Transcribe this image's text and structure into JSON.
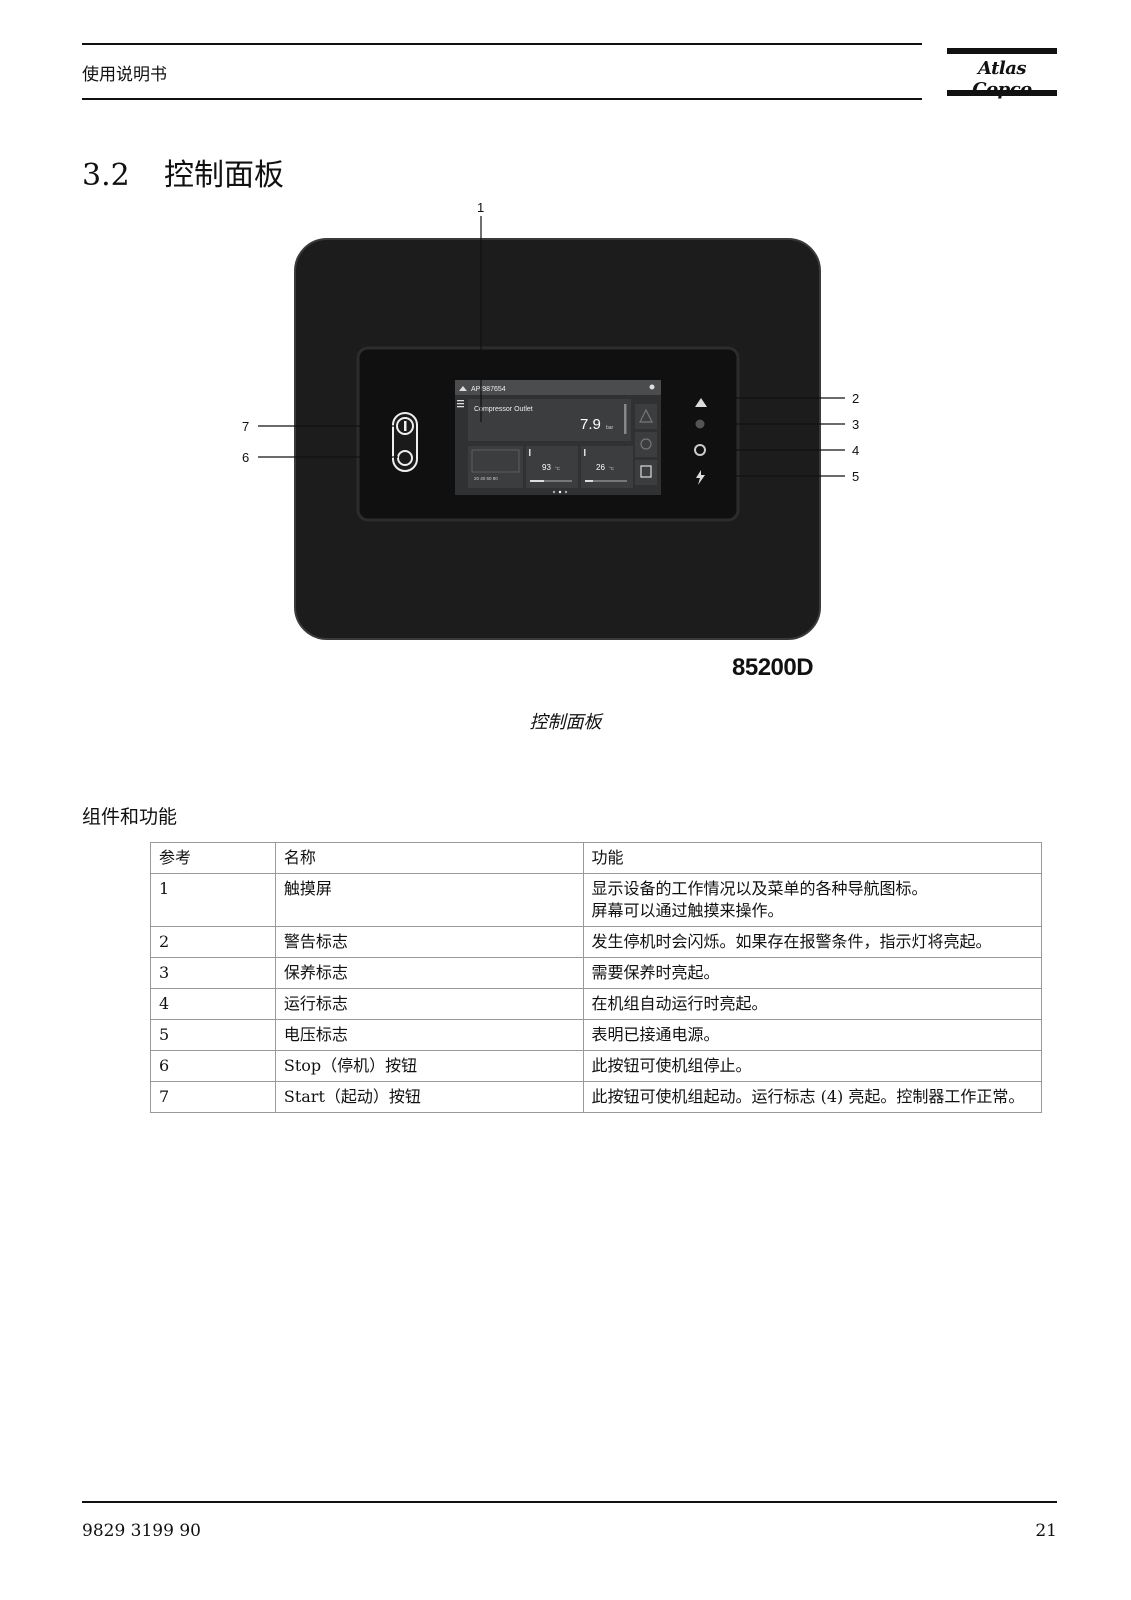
{
  "header": {
    "title": "使用说明书",
    "logo_text": "Atlas Copco"
  },
  "section": {
    "number": "3.2",
    "title": "控制面板"
  },
  "figure": {
    "code": "85200D",
    "caption": "控制面板",
    "callouts": [
      "1",
      "2",
      "3",
      "4",
      "5",
      "6",
      "7"
    ],
    "screen": {
      "header_id": "API987654",
      "outlet_label": "Compressor Outlet",
      "pressure_value": "7.9",
      "pressure_unit": "bar",
      "temp1_value": "93",
      "temp1_unit": "°C",
      "temp2_value": "26",
      "temp2_unit": "°C",
      "scale_labels": "20 40 60 80"
    }
  },
  "components": {
    "heading": "组件和功能",
    "columns": [
      "参考",
      "名称",
      "功能"
    ],
    "rows": [
      {
        "ref": "1",
        "name": "触摸屏",
        "func": "显示设备的工作情况以及菜单的各种导航图标。",
        "func2": "屏幕可以通过触摸来操作。"
      },
      {
        "ref": "2",
        "name": "警告标志",
        "func": "发生停机时会闪烁。如果存在报警条件，指示灯将亮起。"
      },
      {
        "ref": "3",
        "name": "保养标志",
        "func": "需要保养时亮起。"
      },
      {
        "ref": "4",
        "name": "运行标志",
        "func": "在机组自动运行时亮起。"
      },
      {
        "ref": "5",
        "name": "电压标志",
        "func": "表明已接通电源。"
      },
      {
        "ref": "6",
        "name": "Stop（停机）按钮",
        "func": "此按钮可使机组停止。"
      },
      {
        "ref": "7",
        "name": "Start（起动）按钮",
        "func": "此按钮可使机组起动。运行标志 (4) 亮起。控制器工作正常。"
      }
    ]
  },
  "footer": {
    "doc_number": "9829 3199 90",
    "page": "21"
  },
  "colors": {
    "panel": "#1c1c1c",
    "screen": "#2f3133",
    "text": "#111111"
  }
}
